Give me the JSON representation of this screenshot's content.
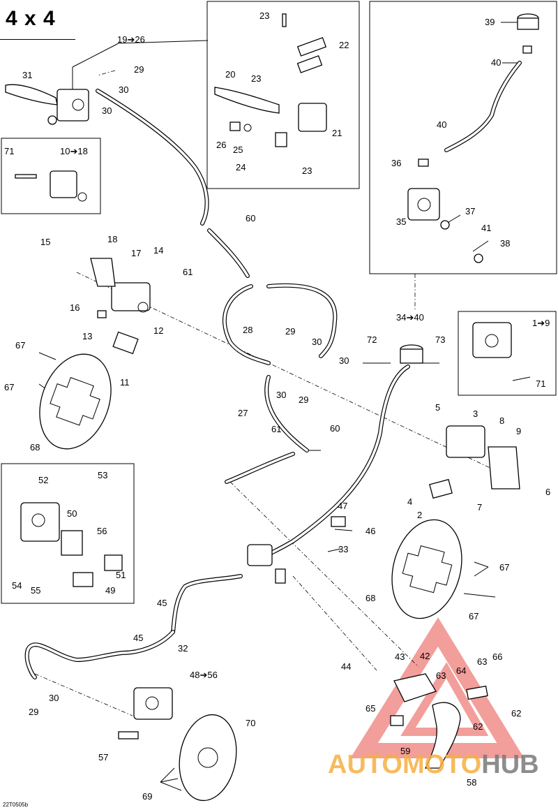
{
  "title": "4 x 4",
  "drawing_id": "22T0505b",
  "watermark": {
    "part1": "AUTOMOTO",
    "part2": "HUB",
    "color_primary": "#f5b042",
    "color_secondary": "#7a7a7a",
    "triangle_color": "#e8504a"
  },
  "labels": {
    "l19_26": "19➔26",
    "l29a": "29",
    "l30a": "30",
    "l30b": "30",
    "l31": "31",
    "l71a": "71",
    "l10_18": "10➔18",
    "l23a": "23",
    "l22": "22",
    "l20": "20",
    "l23b": "23",
    "l21": "21",
    "l26": "26",
    "l25": "25",
    "l24": "24",
    "l23c": "23",
    "l39": "39",
    "l40a": "40",
    "l40b": "40",
    "l36": "36",
    "l37": "37",
    "l35": "35",
    "l41": "41",
    "l38": "38",
    "l60a": "60",
    "l61a": "61",
    "l15": "15",
    "l18": "18",
    "l17": "17",
    "l14": "14",
    "l16": "16",
    "l12": "12",
    "l13": "13",
    "l28": "28",
    "l34_40": "34➔40",
    "l1_9": "1➔9",
    "l71b": "71",
    "l67a": "67",
    "l67b": "67",
    "l11": "11",
    "l29b": "29",
    "l30c": "30",
    "l30d": "30",
    "l30e": "30",
    "l29c": "29",
    "l72": "72",
    "l73": "73",
    "l27": "27",
    "l68a": "68",
    "l5": "5",
    "l3": "3",
    "l8": "8",
    "l9": "9",
    "l61b": "61",
    "l60b": "60",
    "l6": "6",
    "l4": "4",
    "l2": "2",
    "l7": "7",
    "l52": "52",
    "l53": "53",
    "l50": "50",
    "l56": "56",
    "l47": "47",
    "l46": "46",
    "l54": "54",
    "l51": "51",
    "l55": "55",
    "l49": "49",
    "l33": "33",
    "l67c": "67",
    "l68b": "68",
    "l67d": "67",
    "l45a": "45",
    "l45b": "45",
    "l32": "32",
    "l44": "44",
    "l43": "43",
    "l42": "42",
    "l63a": "63",
    "l66": "66",
    "l63b": "63",
    "l64": "64",
    "l62a": "62",
    "l48_56": "48➔56",
    "l30f": "30",
    "l29d": "29",
    "l65": "65",
    "l62b": "62",
    "l59": "59",
    "l70": "70",
    "l57": "57",
    "l58": "58",
    "l69": "69"
  }
}
